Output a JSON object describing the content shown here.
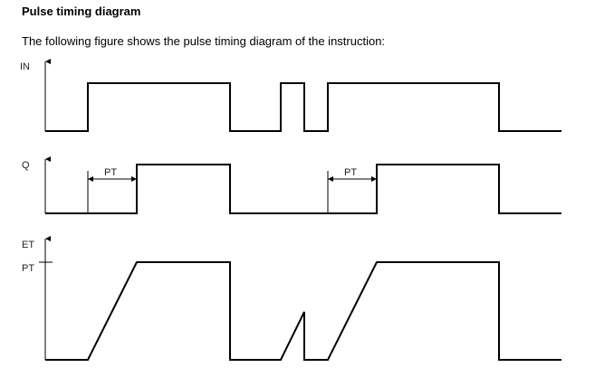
{
  "heading": "Pulse timing diagram",
  "intro": "The following figure shows the pulse timing diagram of the instruction:",
  "signals": {
    "in_label": "IN",
    "q_label": "Q",
    "et_label": "ET",
    "pt_label": "PT"
  },
  "annotations": {
    "pt_interval_1": "PT",
    "pt_interval_2": "PT"
  }
}
